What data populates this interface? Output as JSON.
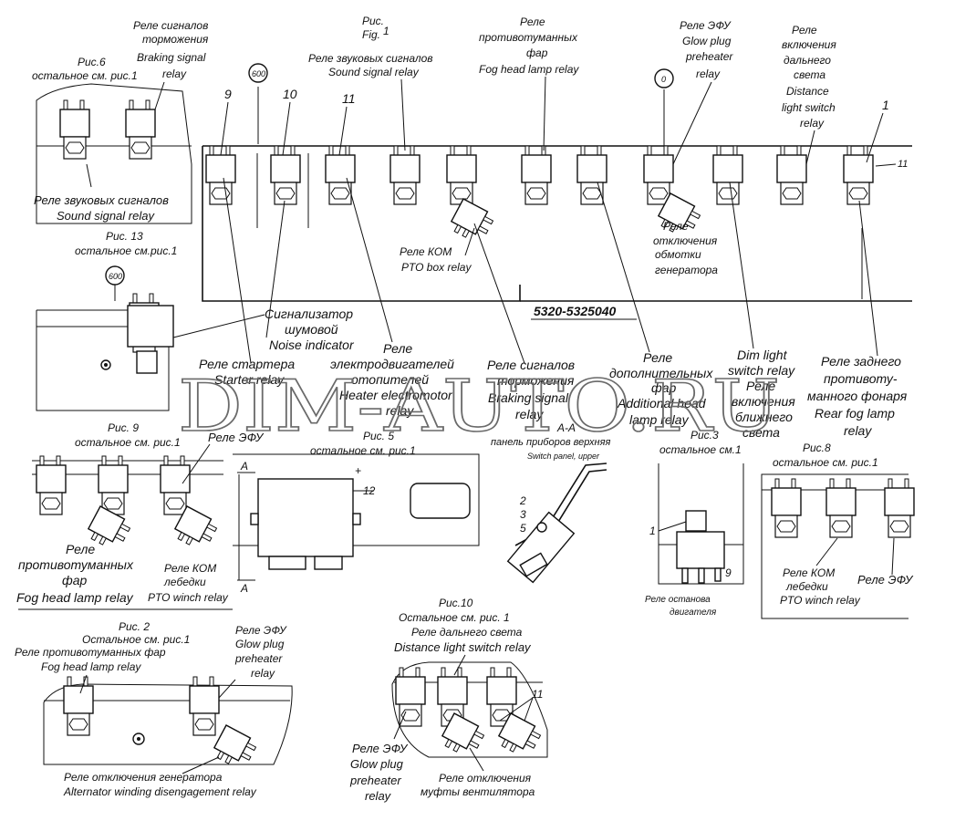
{
  "watermark": "DIM-AUTO.RU",
  "part_number": "5320-5325040",
  "bubble": {
    "b600": "600",
    "b0": "0"
  },
  "fig1": {
    "title_ru": "Рис.",
    "title_num": "1",
    "title_en": "Fig.",
    "callouts": {
      "c9": "9",
      "c10": "10",
      "c11": "11",
      "c1": "1",
      "c11b": "11"
    },
    "labels": {
      "braking_top_ru1": "Реле сигналов",
      "braking_top_ru2": "торможения",
      "braking_top_en1": "Braking signal",
      "braking_top_en2": "relay",
      "sound_ru": "Реле звуковых сигналов",
      "sound_en": "Sound signal relay",
      "fog_ru1": "Реле",
      "fog_ru2": "противотуманных",
      "fog_ru3": "фар",
      "fog_en": "Fog head lamp relay",
      "efu_ru": "Реле ЭФУ",
      "efu_en1": "Glow plug",
      "efu_en2": "preheater",
      "efu_en3": "relay",
      "dist_ru1": "Реле",
      "dist_ru2": "включения",
      "dist_ru3": "дальнего",
      "dist_ru4": "света",
      "dist_en1": "Distance",
      "dist_en2": "light switch",
      "dist_en3": "relay",
      "kom_ru": "Реле КОМ",
      "kom_en": "PTO box relay",
      "alt_ru1": "Реле",
      "alt_ru2": "отключения",
      "alt_ru3": "обмотки",
      "alt_ru4": "генератора",
      "noise_ru1": "Сигнализатор",
      "noise_ru2": "шумовой",
      "noise_en": "Noise indicator",
      "starter_ru": "Реле стартера",
      "starter_en": "Starter relay",
      "heater_ru1": "Реле",
      "heater_ru2": "электродвигателей",
      "heater_ru3": "отопителей",
      "heater_en1": "Heater electromotor",
      "heater_en2": "relay",
      "brake2_ru1": "Реле сигналов",
      "brake2_ru2": "торможения",
      "brake2_en1": "Braking signal",
      "brake2_en2": "relay",
      "addl_ru1": "Реле",
      "addl_ru2": "дополнительных",
      "addl_ru3": "фар",
      "addl_en1": "Additional head",
      "addl_en2": "lamp relay",
      "dim_en1": "Dim light",
      "dim_en2": "switch relay",
      "dim_ru1": "Реле",
      "dim_ru2": "включения",
      "dim_ru3": "ближнего",
      "dim_ru4": "света",
      "rear_ru1": "Реле заднего",
      "rear_ru2": "противоту-",
      "rear_ru3": "манного фонаря",
      "rear_en1": "Rear fog lamp",
      "rear_en2": "relay"
    }
  },
  "fig6": {
    "title": "Рис.6",
    "note": "остальное см. рис.1",
    "sound_ru": "Реле звуковых сигналов",
    "sound_en": "Sound signal relay"
  },
  "fig13": {
    "title": "Рис. 13",
    "note": "остальное см.рис.1"
  },
  "fig9": {
    "title": "Рис. 9",
    "note": "остальное см. рис.1",
    "efu": "Реле ЭФУ",
    "fog_ru1": "Реле",
    "fog_ru2": "противотуманных",
    "fog_ru3": "фар",
    "fog_en": "Fog head lamp relay",
    "kom_ru1": "Реле КОМ",
    "kom_ru2": "лебедки",
    "kom_en": "PTO winch relay"
  },
  "fig5": {
    "title": "Рис. 5",
    "note": "остальное см. рис.1",
    "callout": "12",
    "mark_a": "A",
    "plus": "+"
  },
  "section_aa": {
    "title": "A-A",
    "ru": "панель приборов верхняя",
    "en": "Switch panel, upper",
    "n2": "2",
    "n3": "3",
    "n5": "5"
  },
  "fig3": {
    "title": "Рис.3",
    "note": "остальное см.1",
    "n1": "1",
    "n9": "9",
    "label_ru1": "Реле останова",
    "label_ru2": "двигателя"
  },
  "fig8": {
    "title": "Рис.8",
    "note": "остальное см. рис.1",
    "kom_ru1": "Реле КОМ",
    "kom_ru2": "лебедки",
    "kom_en": "PTO winch relay",
    "efu": "Реле ЭФУ"
  },
  "fig2": {
    "title": "Рис. 2",
    "note": "Остальное см. рис.1",
    "fog_ru": "Реле противотуманных фар",
    "fog_en": "Fog head lamp relay",
    "efu_ru": "Реле ЭФУ",
    "efu_en1": "Glow plug",
    "efu_en2": "preheater",
    "efu_en3": "relay",
    "alt_ru": "Реле отключения генератора",
    "alt_en": "Alternator winding disengagement relay"
  },
  "fig10": {
    "title": "Рис.10",
    "note": "Остальное см. рис. 1",
    "dist_ru": "Реле дальнего света",
    "dist_en": "Distance  light switch relay",
    "n11": "11",
    "efu_ru": "Реле ЭФУ",
    "efu_en1": "Glow plug",
    "efu_en2": "preheater",
    "efu_en3": "relay",
    "fan_ru1": "Реле отключения",
    "fan_ru2": "муфты вентилятора"
  }
}
